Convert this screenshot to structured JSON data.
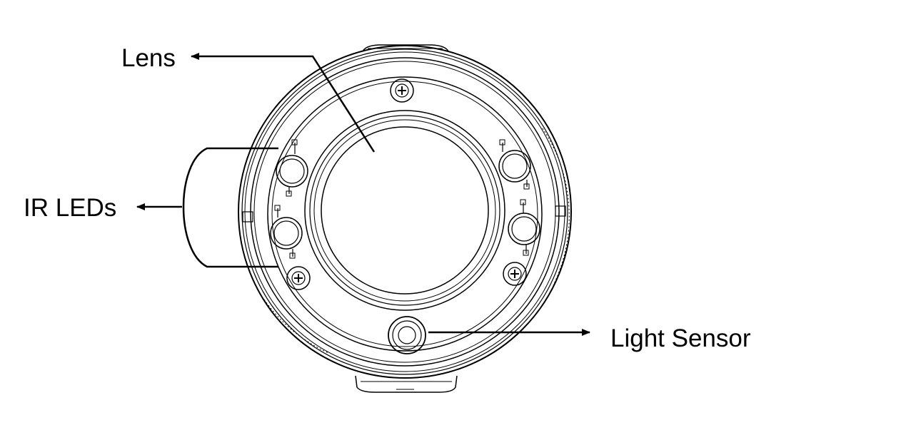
{
  "labels": {
    "lens": "Lens",
    "ir_leds": "IR LEDs",
    "light_sensor": "Light Sensor"
  },
  "colors": {
    "line": "#000000",
    "background": "#ffffff"
  }
}
